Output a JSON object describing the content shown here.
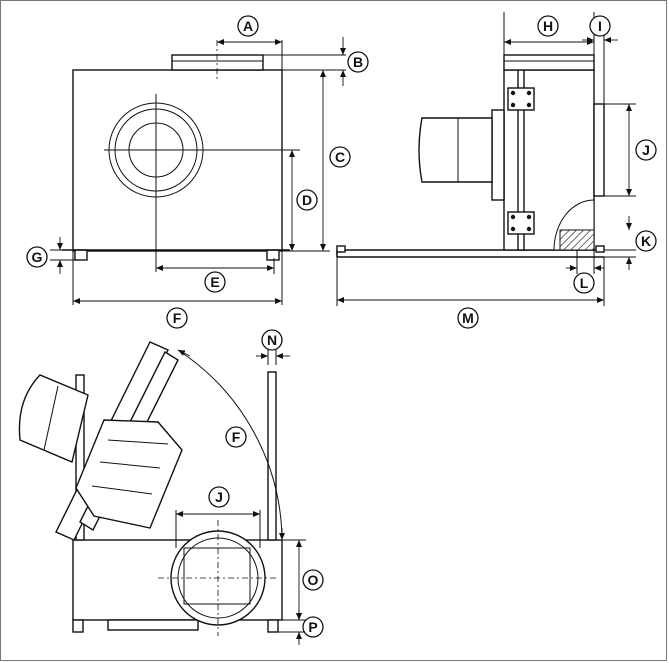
{
  "labels": {
    "A": "A",
    "B": "B",
    "C": "C",
    "D": "D",
    "E": "E",
    "F": "F",
    "G": "G",
    "H": "H",
    "I": "I",
    "J": "J",
    "K": "K",
    "L": "L",
    "M": "M",
    "N": "N",
    "O": "O",
    "P": "P"
  },
  "colors": {
    "line": "#111111",
    "background": "#ffffff",
    "border": "#777777"
  }
}
